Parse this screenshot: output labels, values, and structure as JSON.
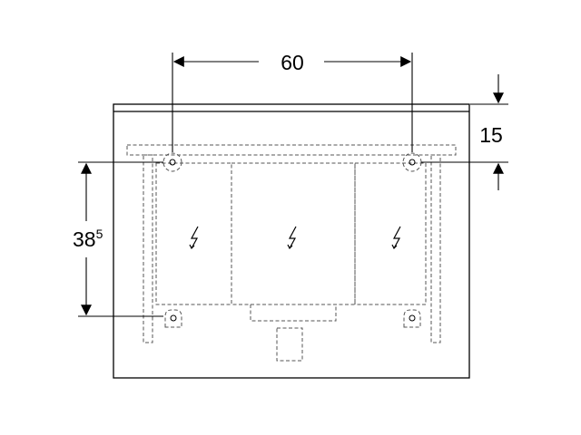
{
  "dimensions": {
    "horizontal": "60",
    "vertical_main": "38",
    "vertical_sup": "5",
    "offset": "15"
  },
  "colors": {
    "line": "#000000",
    "hidden": "#555555"
  },
  "icons": [
    "lightning-bolt-icon",
    "lightning-bolt-icon",
    "lightning-bolt-icon"
  ]
}
